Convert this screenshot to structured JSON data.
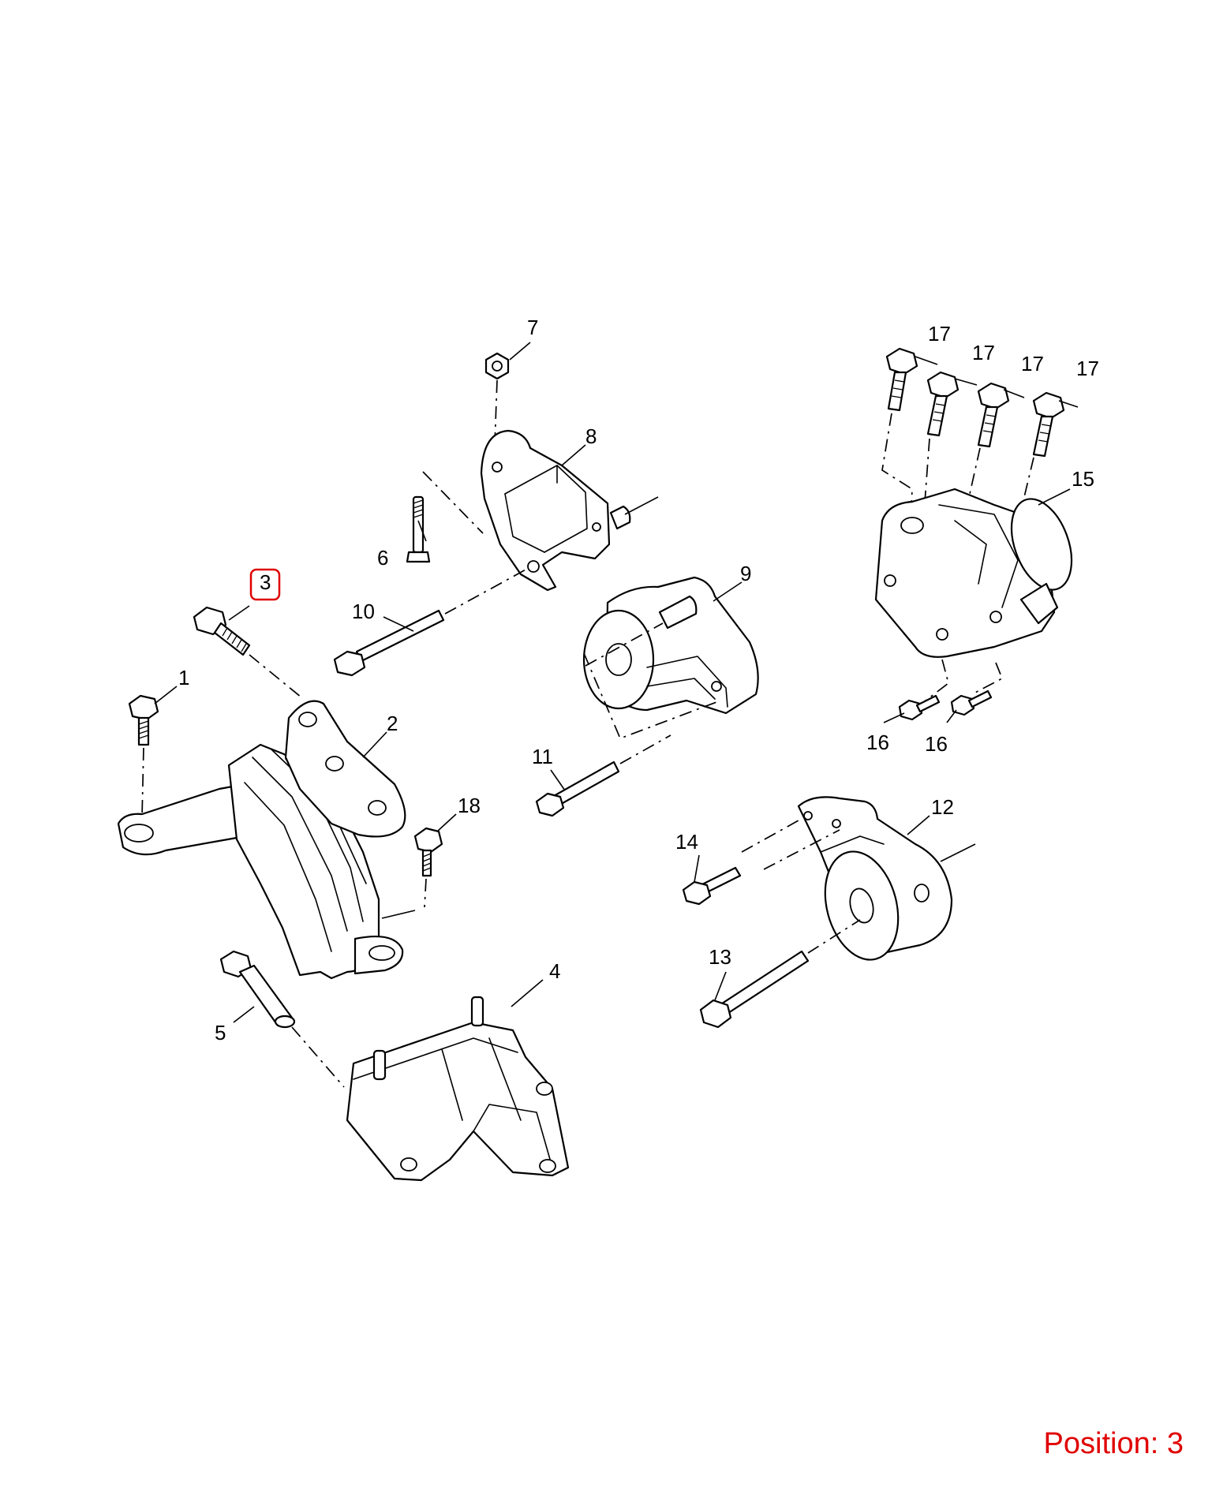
{
  "diagram": {
    "callouts": [
      {
        "id": "1",
        "label": "1"
      },
      {
        "id": "2",
        "label": "2"
      },
      {
        "id": "3",
        "label": "3",
        "highlighted": true
      },
      {
        "id": "4",
        "label": "4"
      },
      {
        "id": "5",
        "label": "5"
      },
      {
        "id": "6",
        "label": "6"
      },
      {
        "id": "7",
        "label": "7"
      },
      {
        "id": "8",
        "label": "8"
      },
      {
        "id": "9",
        "label": "9"
      },
      {
        "id": "10",
        "label": "10"
      },
      {
        "id": "11",
        "label": "11"
      },
      {
        "id": "12",
        "label": "12"
      },
      {
        "id": "13",
        "label": "13"
      },
      {
        "id": "14",
        "label": "14"
      },
      {
        "id": "15",
        "label": "15"
      },
      {
        "id": "16a",
        "label": "16"
      },
      {
        "id": "16b",
        "label": "16"
      },
      {
        "id": "17a",
        "label": "17"
      },
      {
        "id": "17b",
        "label": "17"
      },
      {
        "id": "17c",
        "label": "17"
      },
      {
        "id": "17d",
        "label": "17"
      },
      {
        "id": "18",
        "label": "18"
      }
    ],
    "highlight_color": "#e00000",
    "line_color": "#000000"
  },
  "footer": {
    "position_text": "Position: 3"
  }
}
